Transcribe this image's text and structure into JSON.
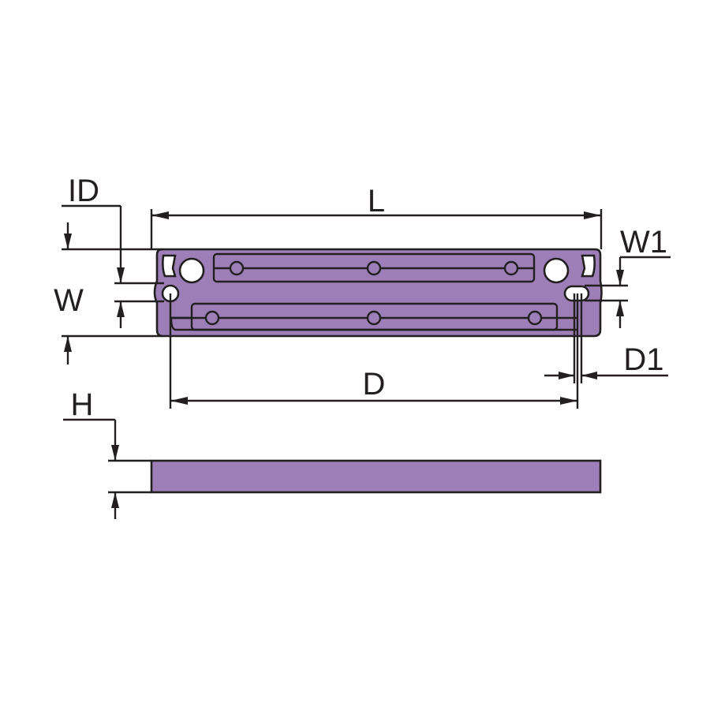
{
  "diagram": {
    "colors": {
      "part_fill": "#9d7fb7",
      "line": "#231f20",
      "background": "#ffffff"
    },
    "dimensions": {
      "length_label": "L",
      "width_label": "W",
      "inner_diameter_label": "ID",
      "hole_spacing_label": "D",
      "slot_width_label": "W1",
      "slot_diameter_label": "D1",
      "height_label": "H"
    }
  }
}
